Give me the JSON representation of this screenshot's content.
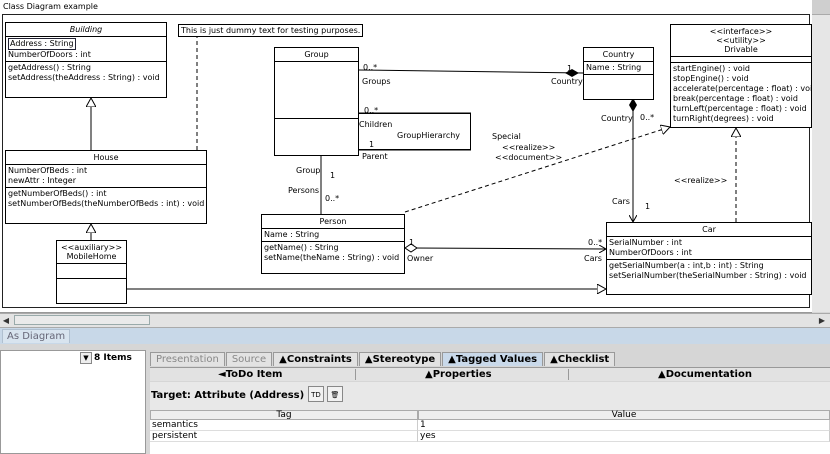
{
  "diagram": {
    "title": "Class Diagram example",
    "note": "This is just dummy text for testing purposes.",
    "classes": {
      "building": {
        "name": "Building",
        "attrs": [
          "Address : String",
          "NumberOfDoors : int"
        ],
        "ops": [
          "getAddress() : String",
          "setAddress(theAddress : String) : void"
        ]
      },
      "house": {
        "name": "House",
        "attrs": [
          "NumberOfBeds : int",
          "newAttr : Integer"
        ],
        "ops": [
          "getNumberOfBeds() : int",
          "setNumberOfBeds(theNumberOfBeds : int) : void"
        ]
      },
      "mobilehome": {
        "stereotype": "<<auxiliary>>",
        "name": "MobileHome"
      },
      "group": {
        "name": "Group"
      },
      "country": {
        "name": "Country",
        "attrs": [
          "Name : String"
        ]
      },
      "drivable": {
        "stereotypes": [
          "<<interface>>",
          "<<utility>>"
        ],
        "name": "Drivable",
        "ops": [
          "startEngine() : void",
          "stopEngine() : void",
          "accelerate(percentage : float) : void",
          "break(percentage : float) : void",
          "turnLeft(percentage : float) : void",
          "turnRight(degrees) : void"
        ]
      },
      "person": {
        "name": "Person",
        "attrs": [
          "Name : String"
        ],
        "ops": [
          "getName() : String",
          "setName(theName : String) : void"
        ]
      },
      "car": {
        "name": "Car",
        "attrs": [
          "SerialNumber : int",
          "NumberOfDoors : int"
        ],
        "ops": [
          "getSerialNumber(a : int,b : int) : String",
          "setSerialNumber(theSerialNumber : String) : void"
        ]
      }
    },
    "labels": {
      "groups_mult": "0..*",
      "groups_role": "Groups",
      "children_mult": "0..*",
      "children_role": "Children",
      "grouphierarchy": "GroupHierarchy",
      "parent_mult": "1",
      "parent_role": "Parent",
      "country_mult1": "1",
      "country_role1": "Country",
      "country_role2": "Country",
      "country_mult2": "0..*",
      "group_role": "Group",
      "group_mult": "1",
      "persons_role": "Persons",
      "persons_mult": "0..*",
      "special": "Special",
      "realize1": "<<realize>>",
      "document": "<<document>>",
      "realize2": "<<realize>>",
      "cars_role": "Cars",
      "cars_mult": "1",
      "owner_mult": "1",
      "owner_role": "Owner",
      "cars2_mult": "0..*",
      "cars2_role": "Cars"
    }
  },
  "tab_diagram": "As Diagram",
  "items_label": "8 Items",
  "tabs": [
    "Presentation",
    "Source",
    "▲Constraints",
    "▲Stereotype",
    "▲Tagged Values",
    "▲Checklist"
  ],
  "subtabs": [
    "◄ToDo Item",
    "▲Properties",
    "▲Documentation"
  ],
  "target": "Target: Attribute (Address)",
  "target_buttons": [
    "TD",
    "🗑"
  ],
  "table": {
    "headers": [
      "Tag",
      "Value"
    ],
    "rows": [
      [
        "semantics",
        "1"
      ],
      [
        "persistent",
        "yes"
      ]
    ]
  }
}
